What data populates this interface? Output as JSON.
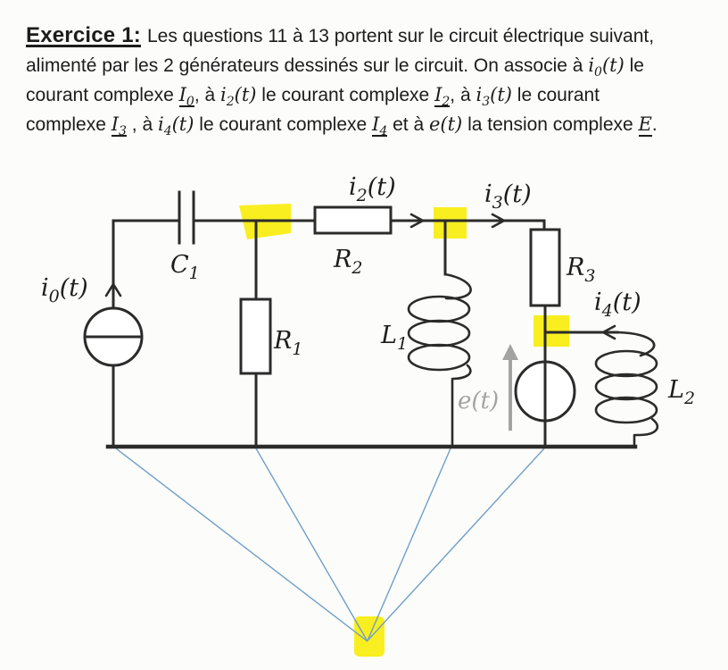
{
  "intro": {
    "lines": [
      [
        {
          "text": "Exercice 1:",
          "style": "heading"
        },
        {
          "text": "Les questions 11 à 13 portent sur le circuit électrique suivant,",
          "style": "normal"
        }
      ],
      [
        {
          "text": "alimenté par les 2 générateurs dessinés sur le circuit. On associe à ",
          "style": "normal"
        },
        {
          "text": "i_0(t)",
          "style": "math"
        },
        {
          "text": " le",
          "style": "normal"
        }
      ],
      [
        {
          "text": "courant complexe ",
          "style": "normal"
        },
        {
          "text": "I_0",
          "style": "math-underline"
        },
        {
          "text": ", à ",
          "style": "normal"
        },
        {
          "text": "i_2(t)",
          "style": "math"
        },
        {
          "text": " le courant complexe ",
          "style": "normal"
        },
        {
          "text": "I_2",
          "style": "math-underline"
        },
        {
          "text": ", à ",
          "style": "normal"
        },
        {
          "text": "i_3(t)",
          "style": "math"
        },
        {
          "text": " le courant",
          "style": "normal"
        }
      ],
      [
        {
          "text": "complexe ",
          "style": "normal"
        },
        {
          "text": "I_3",
          "style": "math-underline"
        },
        {
          "text": " , à ",
          "style": "normal"
        },
        {
          "text": "i_4(t)",
          "style": "math"
        },
        {
          "text": " le courant complexe ",
          "style": "normal"
        },
        {
          "text": "I_4",
          "style": "math-underline"
        },
        {
          "text": " et à ",
          "style": "normal"
        },
        {
          "text": "e(t)",
          "style": "math"
        },
        {
          "text": " la tension complexe ",
          "style": "normal"
        },
        {
          "text": "E",
          "style": "math-underline"
        },
        {
          "text": ".",
          "style": "normal"
        }
      ]
    ]
  },
  "circuit": {
    "labels": {
      "i0": {
        "base": "i",
        "sub": "0",
        "suffix": "(t)"
      },
      "c1": {
        "base": "C",
        "sub": "1"
      },
      "r1": {
        "base": "R",
        "sub": "1"
      },
      "r2": {
        "base": "R",
        "sub": "2"
      },
      "i2": {
        "base": "i",
        "sub": "2",
        "suffix": "(t)"
      },
      "i3": {
        "base": "i",
        "sub": "3",
        "suffix": "(t)"
      },
      "r3": {
        "base": "R",
        "sub": "3"
      },
      "i4": {
        "base": "i",
        "sub": "4",
        "suffix": "(t)"
      },
      "l1": {
        "base": "L",
        "sub": "1"
      },
      "l2": {
        "base": "L",
        "sub": "2"
      },
      "e": {
        "base": "e",
        "suffix": "(t)"
      }
    },
    "colors": {
      "ink": "#1c1c1c",
      "wire": "#2b2b2b",
      "highlight": "#f8ec00",
      "annotation": "#6f9fc8",
      "muted": "#a3a3a3",
      "paper": "#fcfcfb"
    }
  }
}
